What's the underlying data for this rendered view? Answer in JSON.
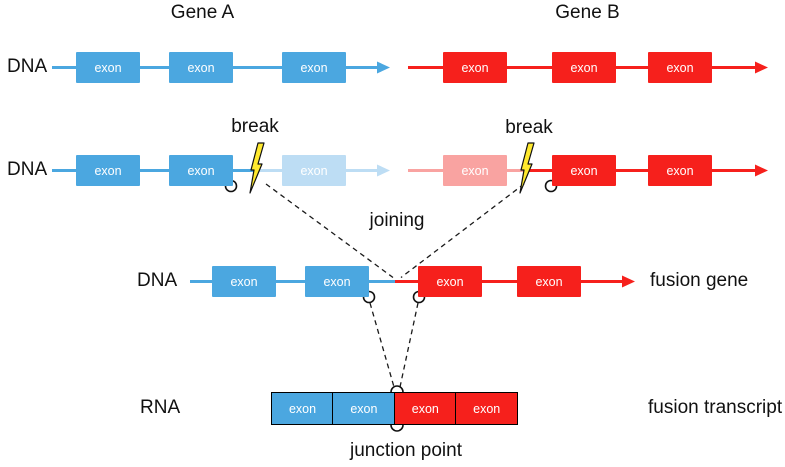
{
  "genes": {
    "gene_a": "Gene A",
    "gene_b": "Gene B"
  },
  "labels": {
    "dna": "DNA",
    "rna": "RNA",
    "exon": "exon"
  },
  "annotations": {
    "break": "break",
    "joining": "joining",
    "fusion_gene": "fusion gene",
    "fusion_transcript": "fusion transcript",
    "junction_point": "junction point"
  },
  "colors": {
    "blue": "#4BA7E0",
    "blue_faded": "#BDDDF4",
    "red": "#F6201C",
    "red_faded": "#F9A3A1",
    "bolt_yellow": "#FFE92E",
    "outline": "#111111",
    "exon_text": "#FFFFFF"
  },
  "figure": {
    "row1_gene_a": {
      "label": "DNA",
      "exon_count": 3,
      "color": "blue"
    },
    "row1_gene_b": {
      "label": "DNA",
      "exon_count": 3,
      "color": "red"
    },
    "row2_gene_a": {
      "label": "DNA",
      "exon_count": 3,
      "event": "break",
      "faded_exons": 1
    },
    "row2_gene_b": {
      "label": "DNA",
      "exon_count": 3,
      "event": "break",
      "faded_exons": 1
    },
    "row3_fusion_gene": {
      "label": "DNA",
      "blue_exon_count": 2,
      "red_exon_count": 2,
      "name": "fusion gene"
    },
    "row4_fusion_transcript": {
      "label": "RNA",
      "blue_exon_count": 2,
      "red_exon_count": 2,
      "name": "fusion transcript",
      "junction": "junction point"
    }
  }
}
